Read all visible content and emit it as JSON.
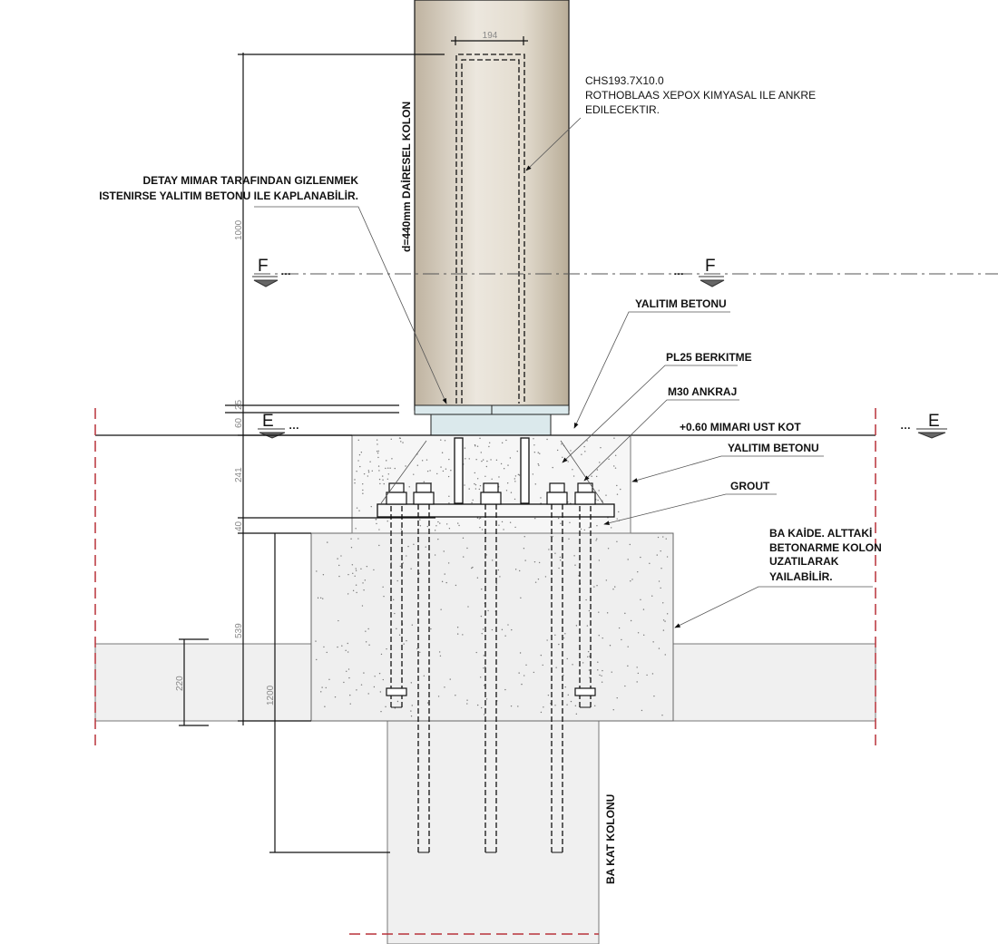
{
  "drawing": {
    "column_label": "d=440mm DAİRESEL KOLON",
    "lower_column_label": "BA KAT KOLONU",
    "notes": {
      "chs": [
        "CHS193.7X10.0",
        "ROTHOBLAAS XEPOX KIMYASAL ILE ANKRE",
        "EDILECEKTIR."
      ],
      "detay": [
        "DETAY MIMAR TARAFINDAN GIZLENMEK",
        "ISTENIRSE YALITIM BETONU ILE KAPLANABİLİR."
      ],
      "yalitim_top": "YALITIM BETONU",
      "pl25": "PL25 BERKITME",
      "m30": "M30 ANKRAJ",
      "level": "+0.60 MIMARI UST KOT",
      "yalitim_side": "YALITIM BETONU",
      "grout": "GROUT",
      "ba_kaide": [
        "BA KAİDE. ALTTAKİ",
        "BETONARME KOLON",
        "UZATILARAK",
        "YAILABİLİR."
      ]
    },
    "sections": {
      "f": "F",
      "e": "E"
    },
    "dimensions": {
      "d194": "194",
      "d1000": "1000",
      "d25": "25",
      "d60": "60",
      "d241": "241",
      "d40": "40",
      "d539": "539",
      "d220": "220",
      "d1200": "1200"
    },
    "colors": {
      "column": "#d9d0c0",
      "plate": "#dbe9ec",
      "concrete": "#f0f0f0",
      "section_line": "#b8323a"
    }
  }
}
